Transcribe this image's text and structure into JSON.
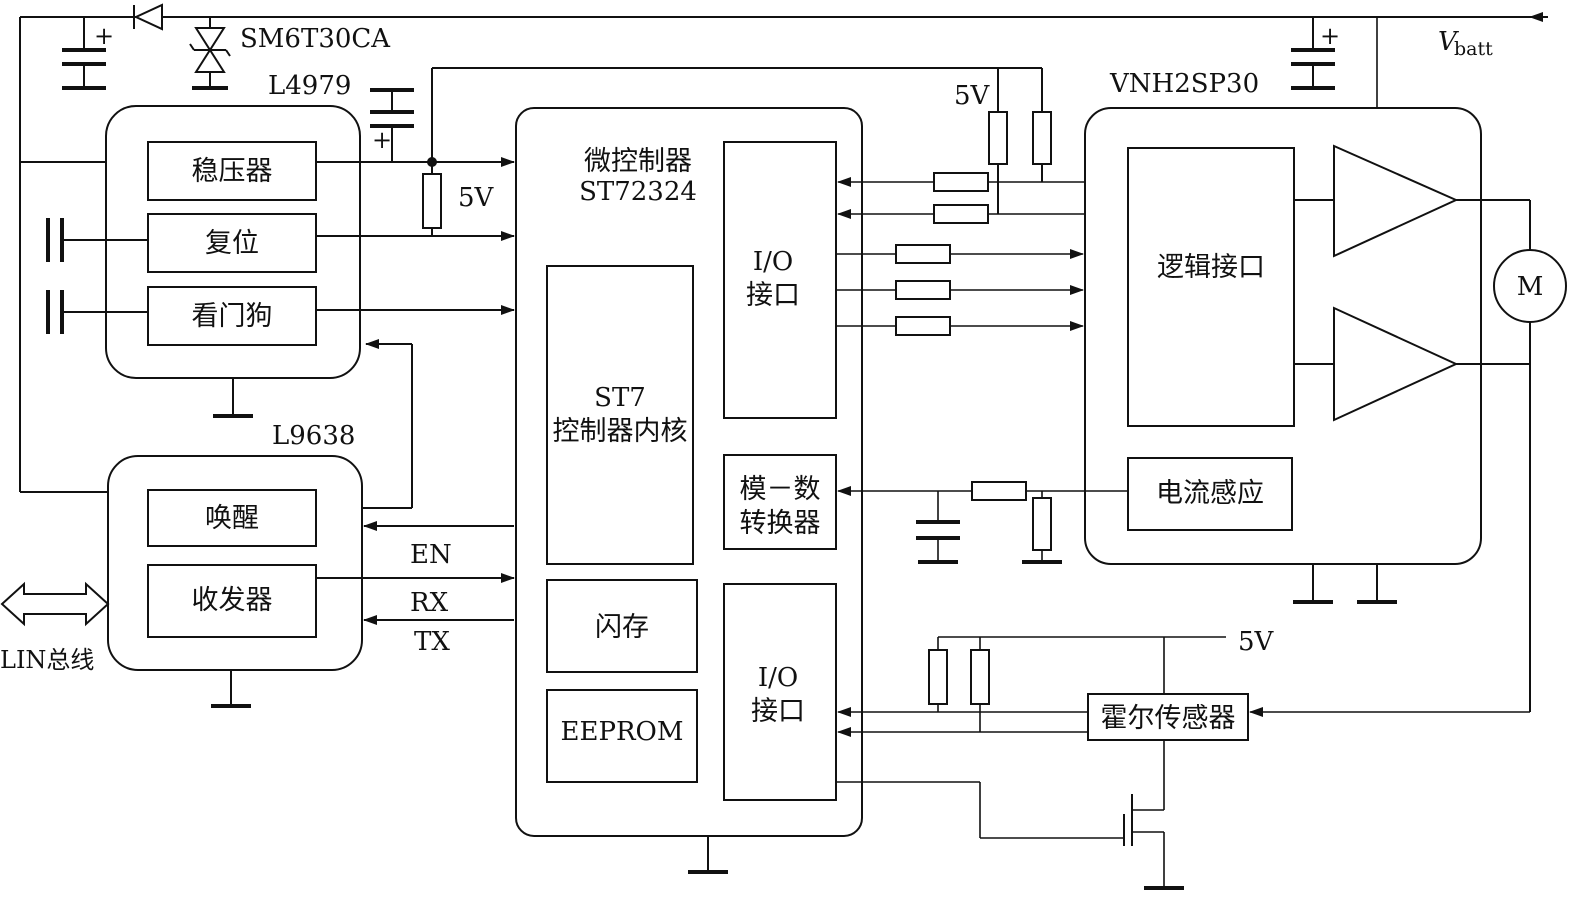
{
  "components": {
    "tvs_diode": "SM6T30CA",
    "regulator_chip": "L4979",
    "lin_chip": "L9638",
    "bridge_chip": "VNH2SP30",
    "microcontroller_title": "微控制器",
    "microcontroller_part": "ST72324"
  },
  "l4979_blocks": {
    "regulator": "稳压器",
    "reset": "复位",
    "watchdog": "看门狗"
  },
  "l9638_blocks": {
    "wakeup": "唤醒",
    "transceiver": "收发器"
  },
  "mcu_blocks": {
    "io_top_line1": "I/O",
    "io_top_line2": "接口",
    "core_line1": "ST7",
    "core_line2": "控制器内核",
    "adc_line1": "模－数",
    "adc_line2": "转换器",
    "flash": "闪存",
    "eeprom": "EEPROM",
    "io_bottom_line1": "I/O",
    "io_bottom_line2": "接口"
  },
  "vnh_blocks": {
    "logic_interface": "逻辑接口",
    "current_sense": "电流感应"
  },
  "signals": {
    "vbatt_main": "V",
    "vbatt_sub": "batt",
    "supply_5v_reg": "5V",
    "supply_5v_top": "5V",
    "supply_5v_hall": "5V",
    "en": "EN",
    "rx": "RX",
    "tx": "TX",
    "lin_bus": "LIN总线",
    "motor": "M",
    "hall_sensor": "霍尔传感器",
    "cap_plus_1": "+",
    "cap_plus_2": "+",
    "cap_plus_3": "+"
  }
}
